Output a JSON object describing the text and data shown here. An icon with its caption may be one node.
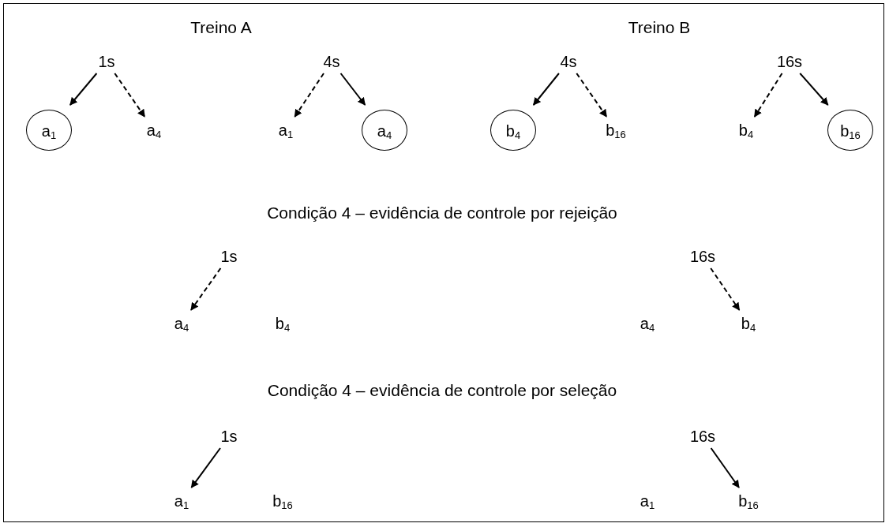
{
  "diagram": {
    "nodes": [
      {
        "text": [
          "1s"
        ]
      },
      {
        "text": [
          "a$_{1}$"
        ]
      },
      {
        "text": [
          "a$_{4}$"
        ]
      },
      {
        "text": [
          "4s"
        ]
      },
      {
        "text": [
          "a$_{1}$"
        ]
      },
      {
        "text": [
          "a$_{4}$"
        ]
      },
      {
        "text": [
          "4s"
        ]
      },
      {
        "text": [
          "b$_{4}$"
        ]
      },
      {
        "text": [
          "b$_{16}$"
        ]
      },
      {
        "text": [
          "16s"
        ]
      },
      {
        "text": [
          "b$_{4}$"
        ]
      },
      {
        "text": [
          "b$_{16}$"
        ]
      },
      {
        "text": [
          "1s"
        ]
      },
      {
        "text": [
          "a$_{4}$"
        ]
      },
      {
        "text": [
          "b$_{4}$"
        ]
      },
      {
        "text": [
          "16s"
        ]
      },
      {
        "text": [
          "a$_{4}$"
        ]
      },
      {
        "text": [
          "b$_{4}$"
        ]
      },
      {
        "text": [
          "1s"
        ]
      },
      {
        "text": [
          "a$_{1}$"
        ]
      },
      {
        "text": [
          "b$_{16}$"
        ]
      },
      {
        "text": [
          "16s"
        ]
      },
      {
        "text": [
          "a$_{1}$"
        ]
      },
      {
        "text": [
          "b$_{16}$"
        ]
      }
    ],
    "edges": [
      {
        "from": 0,
        "to": 1,
        "arrow": "to"
      },
      {
        "from": 0,
        "to": 2,
        "arrow": "to",
        "style": "dashed"
      },
      {
        "from": 3,
        "to": 4,
        "arrow": "to",
        "style": "dashed"
      },
      {
        "from": 3,
        "to": 5,
        "arrow": "to"
      },
      {
        "from": 6,
        "to": 7,
        "arrow": "to"
      },
      {
        "from": 6,
        "to": 8,
        "arrow": "to",
        "style": "dashed"
      },
      {
        "from": 9,
        "to": 10,
        "arrow": "to",
        "style": "dashed"
      },
      {
        "from": 9,
        "to": 11,
        "arrow": "to"
      },
      {
        "from": 12,
        "to": 13,
        "arrow": "to",
        "style": "dashed"
      },
      {
        "from": 15,
        "to": 17,
        "arrow": "to",
        "style": "dashed"
      },
      {
        "from": 18,
        "to": 19,
        "arrow": "to"
      },
      {
        "from": 21,
        "to": 23,
        "arrow": "to"
      }
    ],
    "labels": [
      "Treino A",
      "Treino B",
      "Condição 4 – evidência de controle por rejeição",
      "Condição 4 – evidência de controle por seleção"
    ]
  }
}
